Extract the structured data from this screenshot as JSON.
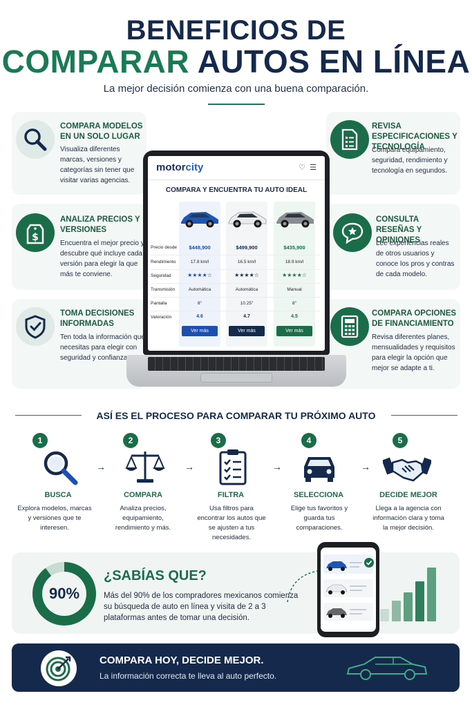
{
  "header": {
    "title_line1": "BENEFICIOS DE",
    "title_word_green": "COMPARAR",
    "title_word_navy": "AUTOS EN LÍNEA",
    "subtitle": "La mejor decisión comienza con una buena comparación."
  },
  "benefits_left": [
    {
      "title": "COMPARA MODELOS EN UN SOLO LUGAR",
      "text": "Visualiza diferentes marcas, versiones y categorías sin tener que visitar varias agencias.",
      "icon": "magnifier-icon"
    },
    {
      "title": "ANALIZA PRECIOS Y VERSIONES",
      "text": "Encuentra el mejor precio y descubre qué incluye cada versión para elegir la que más te conviene.",
      "icon": "price-tag-icon"
    },
    {
      "title": "TOMA DECISIONES INFORMADAS",
      "text": "Ten toda la información que necesitas para elegir con seguridad y confianza.",
      "icon": "shield-check-icon"
    }
  ],
  "benefits_right": [
    {
      "title": "REVISA ESPECIFICACIONES Y TECNOLOGÍA",
      "text": "Compara equipamiento, seguridad, rendimiento y tecnología en segundos.",
      "icon": "document-icon"
    },
    {
      "title": "CONSULTA RESEÑAS Y OPINIONES",
      "text": "Lee experiencias reales de otros usuarios y conoce los pros y contras de cada modelo.",
      "icon": "star-chat-icon"
    },
    {
      "title": "COMPARA OPCIONES DE FINANCIAMIENTO",
      "text": "Revisa diferentes planes, mensualidades y requisitos para elegir la opción que mejor se adapte a ti.",
      "icon": "calculator-icon"
    }
  ],
  "laptop": {
    "brand_motor": "motor",
    "brand_city": "city",
    "title": "COMPARA Y ENCUENTRA TU AUTO IDEAL",
    "row_labels": [
      "Precio desde",
      "Rendimiento",
      "Seguridad",
      "Transmisión",
      "Pantalla",
      "Valoración"
    ],
    "cars": [
      {
        "color": "#1f56b5",
        "price": "$448,900",
        "rend": "17.8 km/l",
        "stars": "★★★★☆",
        "trans": "Automática",
        "screen": "8\"",
        "rating": "4.6",
        "button": "Ver más",
        "btn_color": "#1c4fb0"
      },
      {
        "color": "#e9ebee",
        "price": "$499,900",
        "rend": "16.5 km/l",
        "stars": "★★★★☆",
        "trans": "Automática",
        "screen": "10.25\"",
        "rating": "4.7",
        "button": "Ver más",
        "btn_color": "#15294d"
      },
      {
        "color": "#8a8e93",
        "price": "$435,900",
        "rend": "18.9 km/l",
        "stars": "★★★★☆",
        "trans": "Manual",
        "screen": "8\"",
        "rating": "4.5",
        "button": "Ver más",
        "btn_color": "#1b6d4a"
      }
    ]
  },
  "process": {
    "title": "ASÍ ES EL PROCESO PARA COMPARAR TU PRÓXIMO AUTO",
    "steps": [
      {
        "num": "1",
        "title": "BUSCA",
        "text": "Explora modelos, marcas y versiones que te interesen."
      },
      {
        "num": "2",
        "title": "COMPARA",
        "text": "Analiza precios, equipamiento, rendimiento y más."
      },
      {
        "num": "3",
        "title": "FILTRA",
        "text": "Usa filtros para encontrar los autos que se ajusten a tus necesidades."
      },
      {
        "num": "4",
        "title": "SELECCIONA",
        "text": "Elige tus favoritos y guarda tus comparaciones."
      },
      {
        "num": "5",
        "title": "DECIDE MEJOR",
        "text": "Llega a la agencia con información clara y toma la mejor decisión."
      }
    ],
    "arrow": "→"
  },
  "fact": {
    "percent": "90%",
    "percent_value": 90,
    "title": "¿SABÍAS QUE?",
    "text": "Más del 90% de los compradores mexicanos comienza su búsqueda de auto en línea y visita de 2 a 3 plataformas antes de tomar una decisión."
  },
  "footer": {
    "title": "COMPARA HOY, DECIDE MEJOR.",
    "text": "La información correcta te lleva al auto perfecto."
  },
  "colors": {
    "navy": "#15294d",
    "green": "#1b6d4a",
    "accent_green": "#1a7a55",
    "blue": "#1c5fd6"
  }
}
